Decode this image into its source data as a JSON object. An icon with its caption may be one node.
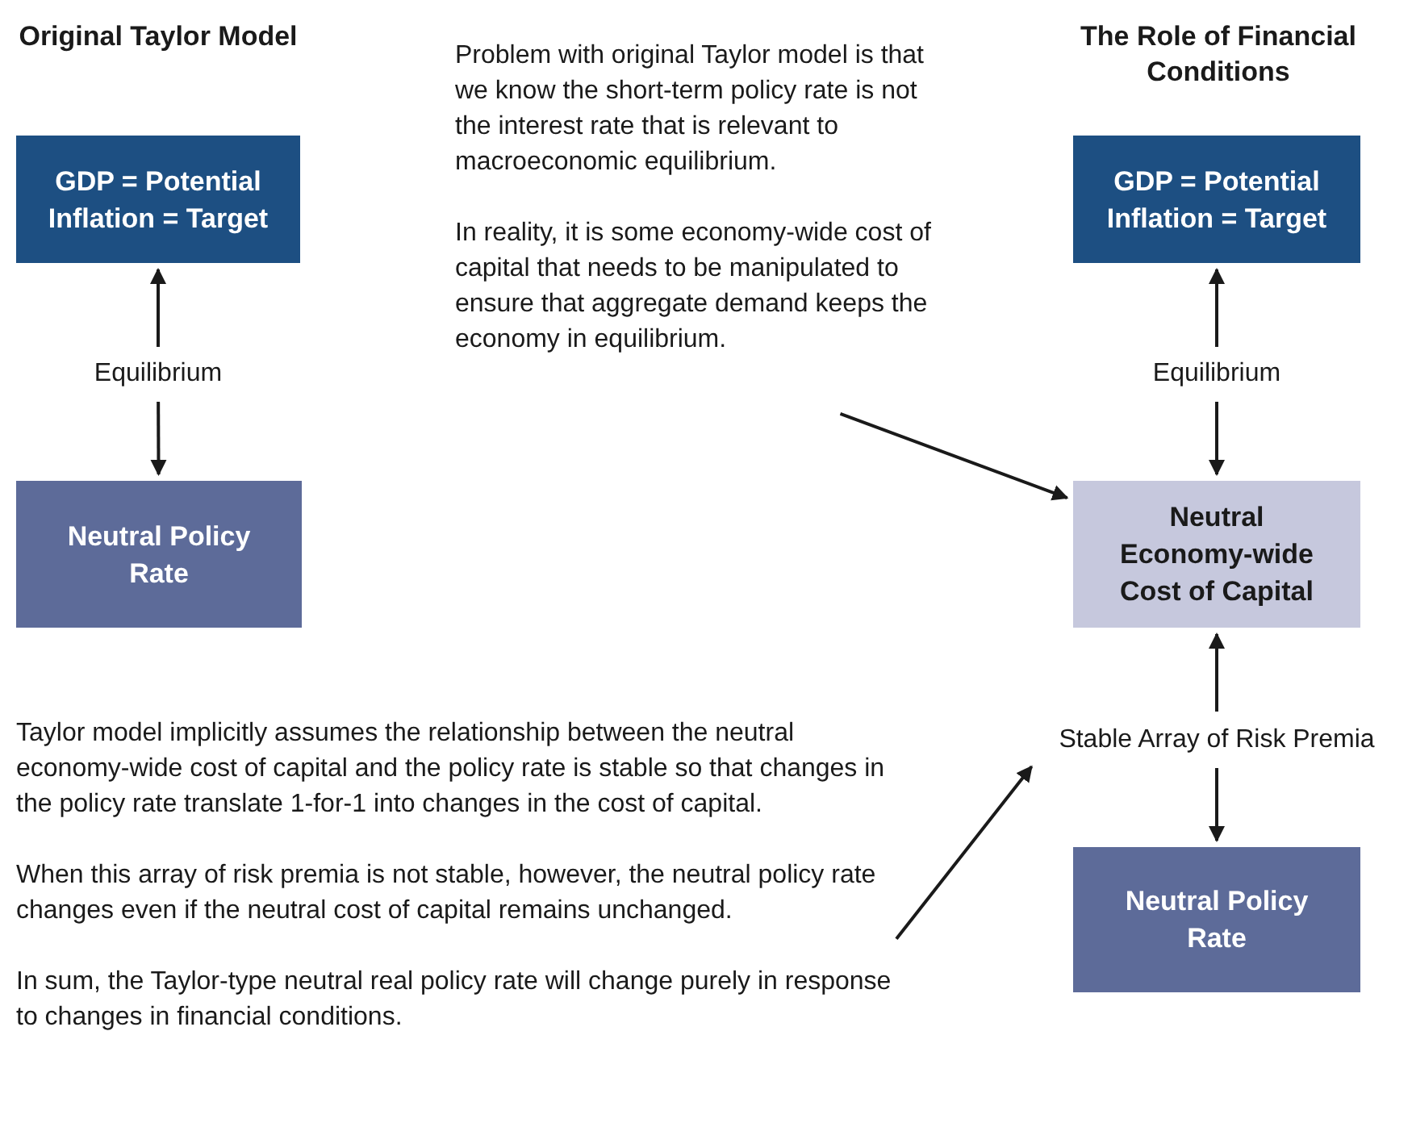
{
  "diagram": {
    "nodes": [
      {
        "text": [
          "GDP = Potential",
          "Inflation = Target"
        ]
      },
      {
        "text": [
          "Equilibrium"
        ]
      },
      {
        "text": [
          "Neutral Policy Rate"
        ]
      },
      {
        "text": [
          "Problem with original Taylor model is that we know the short-term policy rate is not the interest rate that is relevant to macroeconomic equilibrium.",
          "In reality, it is some economy-wide cost of capital that needs to be manipulated to ensure that aggregate demand keeps the economy in equilibrium."
        ]
      },
      {
        "text": [
          "GDP = Potential",
          "Inflation = Target"
        ]
      },
      {
        "text": [
          "Equilibrium"
        ]
      },
      {
        "text": [
          "Neutral Economy-wide Cost of Capital"
        ]
      },
      {
        "text": [
          "Stable Array of Risk Premia"
        ]
      },
      {
        "text": [
          "Neutral Policy Rate"
        ]
      },
      {
        "text": [
          "Taylor model implicitly assumes the relationship between the neutral economy-wide cost of capital and the policy rate is stable so that changes in the policy rate translate 1-for-1 into changes in the cost of capital.",
          "When this array of risk premia is not stable, however, the neutral policy rate changes even if the neutral cost of capital remains unchanged.",
          "In sum, the Taylor-type neutral real policy rate will change purely in response to changes in financial conditions."
        ]
      }
    ],
    "edges": [
      {
        "from": 1,
        "to": 0,
        "arrow": "to"
      },
      {
        "from": 1,
        "to": 2,
        "arrow": "to"
      },
      {
        "from": 5,
        "to": 4,
        "arrow": "to"
      },
      {
        "from": 5,
        "to": 6,
        "arrow": "to"
      },
      {
        "from": 3,
        "to": 6,
        "arrow": "to"
      },
      {
        "from": 7,
        "to": 6,
        "arrow": "to"
      },
      {
        "from": 7,
        "to": 8,
        "arrow": "to"
      },
      {
        "from": 9,
        "to": 7,
        "arrow": "to"
      }
    ],
    "labels": [
      "Original Taylor Model",
      "The Role of Financial Conditions"
    ]
  }
}
